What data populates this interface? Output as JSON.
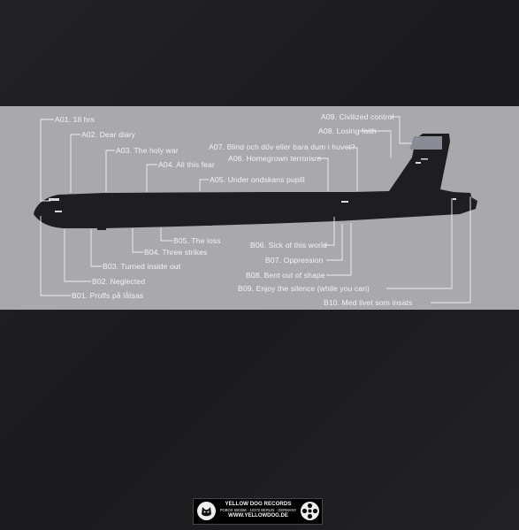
{
  "tracks": [
    {
      "label": "A01. 18 hrs"
    },
    {
      "label": "A02. Dear diary"
    },
    {
      "label": "A03. The holy war"
    },
    {
      "label": "A04. All this fear"
    },
    {
      "label": "A05. Under ondskans pupill"
    },
    {
      "label": "A06. Homegrown terrorism"
    },
    {
      "label": "A07. Blind och döv eller bara dum i huvet?"
    },
    {
      "label": "A08. Losing faith"
    },
    {
      "label": "A09. Civilized control"
    },
    {
      "label": "B01. Proffs på låtsas"
    },
    {
      "label": "B02. Neglected"
    },
    {
      "label": "B03. Turned inside out"
    },
    {
      "label": "B04. Three strikes"
    },
    {
      "label": "B05. The loss"
    },
    {
      "label": "B06. Sick of this world"
    },
    {
      "label": "B07. Oppression"
    },
    {
      "label": "B08. Bent out of shape"
    },
    {
      "label": "B09. Enjoy the silence (while you can)"
    },
    {
      "label": "B10. Med livet som insats"
    }
  ],
  "label_info": {
    "name": "YELLOW DOG RECORDS",
    "address": "POBOX 550256 · 10372 BERLIN · GERMANY",
    "url": "WWW.YELLOWDOG.DE"
  },
  "colors": {
    "background": "#1d1d1f",
    "band": "#a9a9ab",
    "aircraft": "#1e1e20",
    "leader_lines": "#f0f0f0"
  },
  "icons": [
    "dog-logo-icon",
    "film-reel-icon"
  ]
}
